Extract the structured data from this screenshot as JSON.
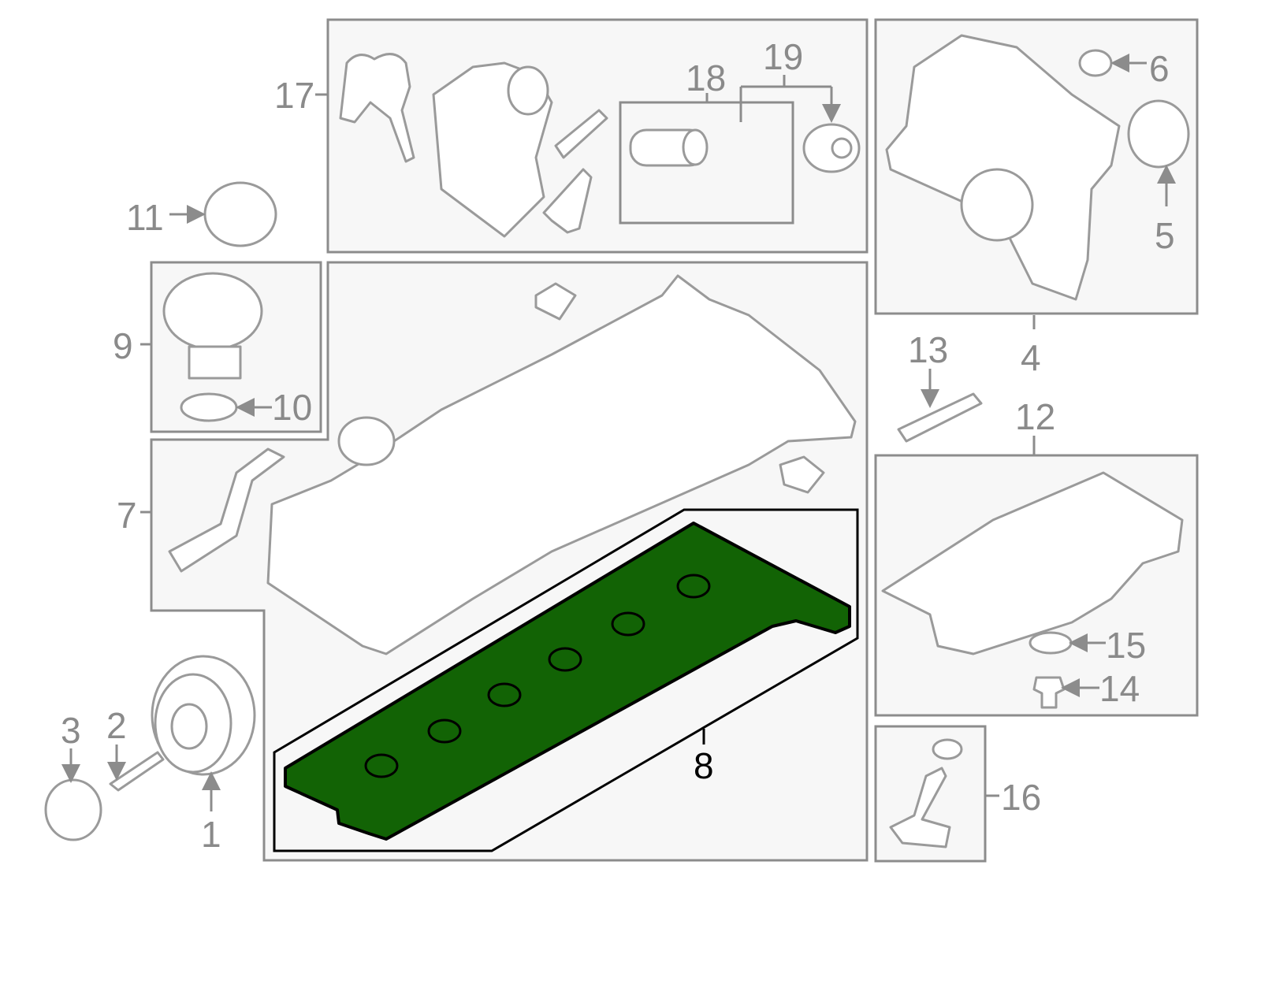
{
  "diagram": {
    "highlight_color": "#126305",
    "callouts": {
      "p1": "1",
      "p2": "2",
      "p3": "3",
      "p4": "4",
      "p5": "5",
      "p6": "6",
      "p7": "7",
      "p8": "8",
      "p9": "9",
      "p10": "10",
      "p11": "11",
      "p12": "12",
      "p13": "13",
      "p14": "14",
      "p15": "15",
      "p16": "16",
      "p17": "17",
      "p18": "18",
      "p19": "19"
    },
    "highlighted_part": "8"
  }
}
